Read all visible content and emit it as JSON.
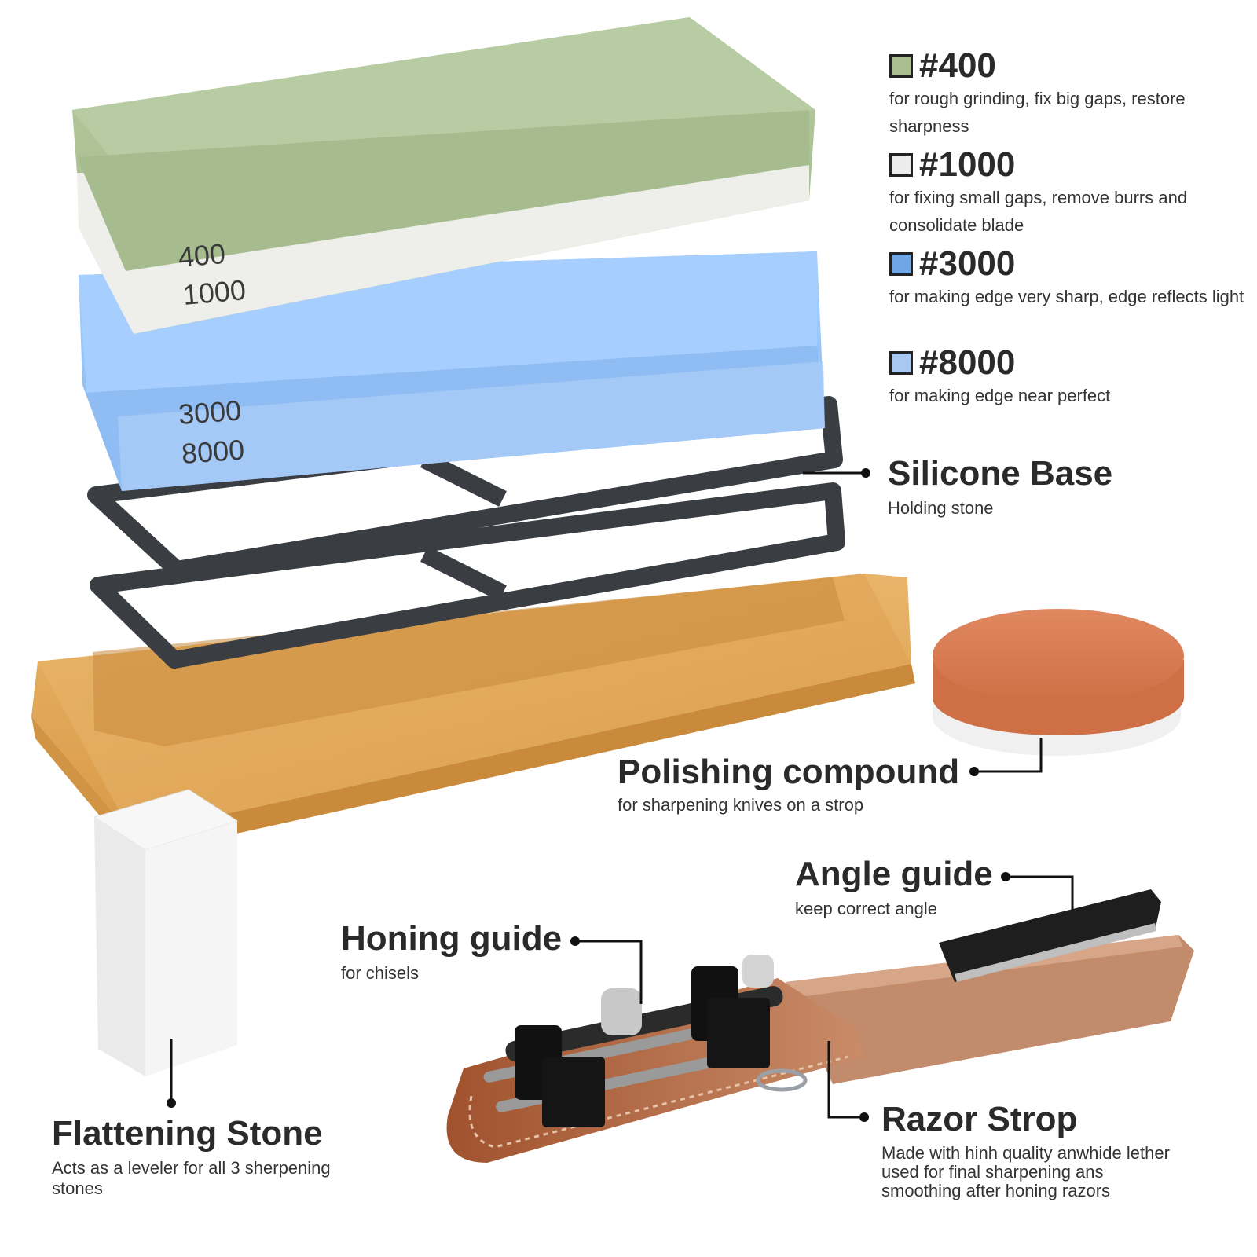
{
  "grits": [
    {
      "code": "#400",
      "swatch": "#a9bf90",
      "description": "for rough grinding, fix big gaps, restore sharpness"
    },
    {
      "code": "#1000",
      "swatch": "#ececec",
      "description": "for fixing small gaps, remove burrs and consolidate blade"
    },
    {
      "code": "#3000",
      "swatch": "#6fa6e6",
      "description": "for making edge very sharp, edge reflects light"
    },
    {
      "code": "#8000",
      "swatch": "#a8c8f2",
      "description": "for making edge near perfect"
    }
  ],
  "stone_markings": {
    "top_a": "400",
    "top_b": "1000",
    "bottom_a": "3000",
    "bottom_b": "8000"
  },
  "labels": {
    "silicone_base": {
      "title": "Silicone Base",
      "description": "Holding stone"
    },
    "polishing_compound": {
      "title": "Polishing compound",
      "description": "for sharpening knives on a strop"
    },
    "angle_guide": {
      "title": "Angle guide",
      "description": "keep correct angle"
    },
    "honing_guide": {
      "title": "Honing guide",
      "description": "for chisels"
    },
    "flattening_stone": {
      "title": "Flattening Stone",
      "description": "Acts as a leveler for all 3 sherpening stones"
    },
    "razor_strop": {
      "title": "Razor Strop",
      "description": "Made with hinh quality anwhide lether used for final sharpening ans smoothing after honing razors"
    }
  },
  "colors": {
    "green_stone": "#a9bf90",
    "white_stone": "#ececec",
    "blue_stone": "#8ebef5",
    "bamboo": "#e2a85a",
    "silicone": "#3a3d42",
    "compound": "#d97a52",
    "leather": "#b87a58"
  }
}
